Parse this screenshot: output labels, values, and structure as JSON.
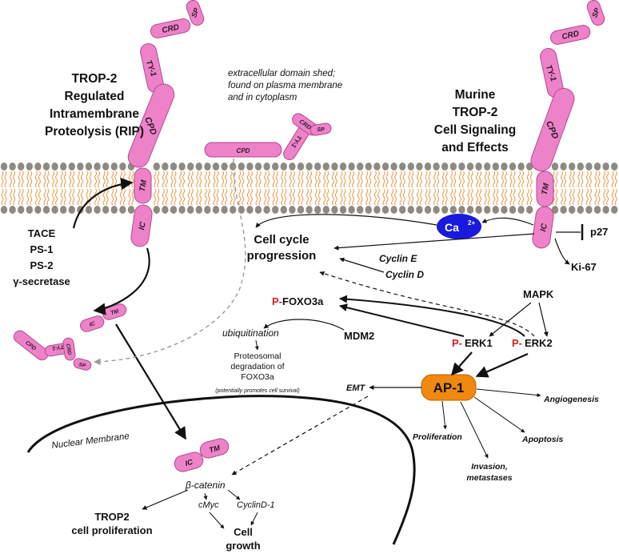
{
  "titles": {
    "left": [
      "TROP-2",
      "Regulated",
      "Intramembrane",
      "Proteolysis (RIP)"
    ],
    "right": [
      "Murine",
      "TROP-2",
      "Cell Signaling",
      "and Effects"
    ]
  },
  "shed_note": [
    "extracellular domain shed;",
    "found on plasma membrane",
    "and in cytoplasm"
  ],
  "domains": {
    "sp": "SP",
    "crd": "CRD",
    "ty1": "TY-1",
    "cpd": "CPD",
    "tm": "TM",
    "ic": "IC"
  },
  "proteases": [
    "TACE",
    "PS-1",
    "PS-2",
    "γ-secretase"
  ],
  "calcium": {
    "base": "Ca",
    "sup": "2+"
  },
  "signaling": {
    "cell_cycle": [
      "Cell cycle",
      "progression"
    ],
    "cyclin_e": "Cyclin E",
    "cyclin_d": "Cyclin D",
    "p27": "p27",
    "ki67": "Ki-67",
    "mapk": "MAPK",
    "phospho": "P-",
    "foxo3a": "FOXO3a",
    "erk1": "ERK1",
    "erk2": "ERK2",
    "mdm2": "MDM2",
    "ubiquitination": "ubiquitination",
    "degradation": [
      "Proteosomal",
      "degradation of",
      "FOXO3a"
    ],
    "survival_note": "(potentially promotes cell survival)",
    "ap1": "AP-1",
    "emt": "EMT",
    "angiogenesis": "Angiogenesis",
    "apoptosis": "Apoptosis",
    "proliferation": "Proliferation",
    "invasion": [
      "Invasion,",
      "metastases"
    ]
  },
  "nucleus": {
    "membrane": "Nuclear Membrane",
    "beta_catenin": "β-catenin",
    "cmyc": "cMyc",
    "cyclind1": "CyclinD-1",
    "trop2_prolif": [
      "TROP2",
      "cell proliferation"
    ],
    "cell_growth": [
      "Cell",
      "growth"
    ]
  },
  "colors": {
    "domain_fill": "#ee82c8",
    "domain_stroke": "#b04a90",
    "lipid_head": "#8f8a80",
    "lipid_tail": "#e8892a",
    "calcium_fill": "#1a1adf",
    "ap1_fill": "#f0890f",
    "phospho_red": "#d42020"
  }
}
